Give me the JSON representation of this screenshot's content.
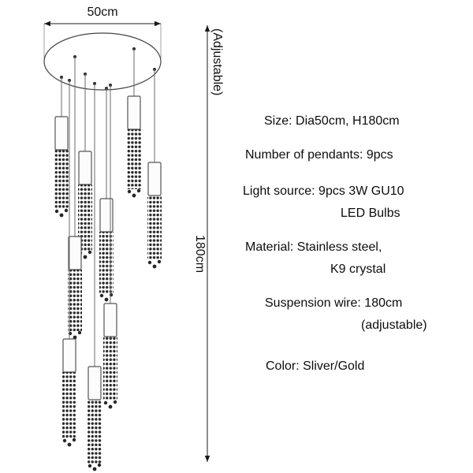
{
  "drawing": {
    "diameter_label": "50cm",
    "height_label": "180cm",
    "height_note": "(Adjustable)"
  },
  "specs": {
    "size": {
      "line1": "Size: Dia50cm, H180cm"
    },
    "count": {
      "line1": "Number of pendants: 9pcs"
    },
    "light": {
      "line1": "Light source: 9pcs 3W GU10",
      "line2": "LED Bulbs"
    },
    "material": {
      "line1": "Material: Stainless steel,",
      "line2": "K9 crystal"
    },
    "wire": {
      "line1": "Suspension wire: 180cm",
      "line2": "(adjustable)"
    },
    "color": {
      "line1": "Color: Sliver/Gold"
    }
  }
}
